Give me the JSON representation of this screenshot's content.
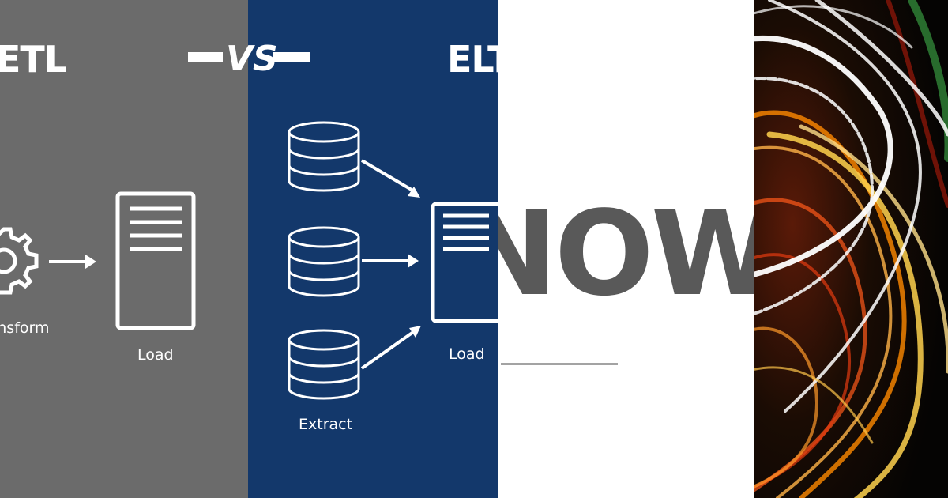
{
  "etl_panel": {
    "title": "ETL",
    "transform_label": "Transform",
    "load_label": "Load"
  },
  "vs_label": "VS",
  "elt_panel": {
    "title": "ELT",
    "extract_label": "Extract",
    "load_label": "Load"
  },
  "now_panel": {
    "word": "NOW"
  },
  "colors": {
    "gray_panel": "#6b6b6b",
    "blue_panel": "#13386b",
    "white_panel": "#ffffff",
    "now_text": "#595959"
  },
  "icons": [
    "gear-icon",
    "server-document-icon",
    "database-icon",
    "arrow-icon",
    "light-trails-image"
  ]
}
